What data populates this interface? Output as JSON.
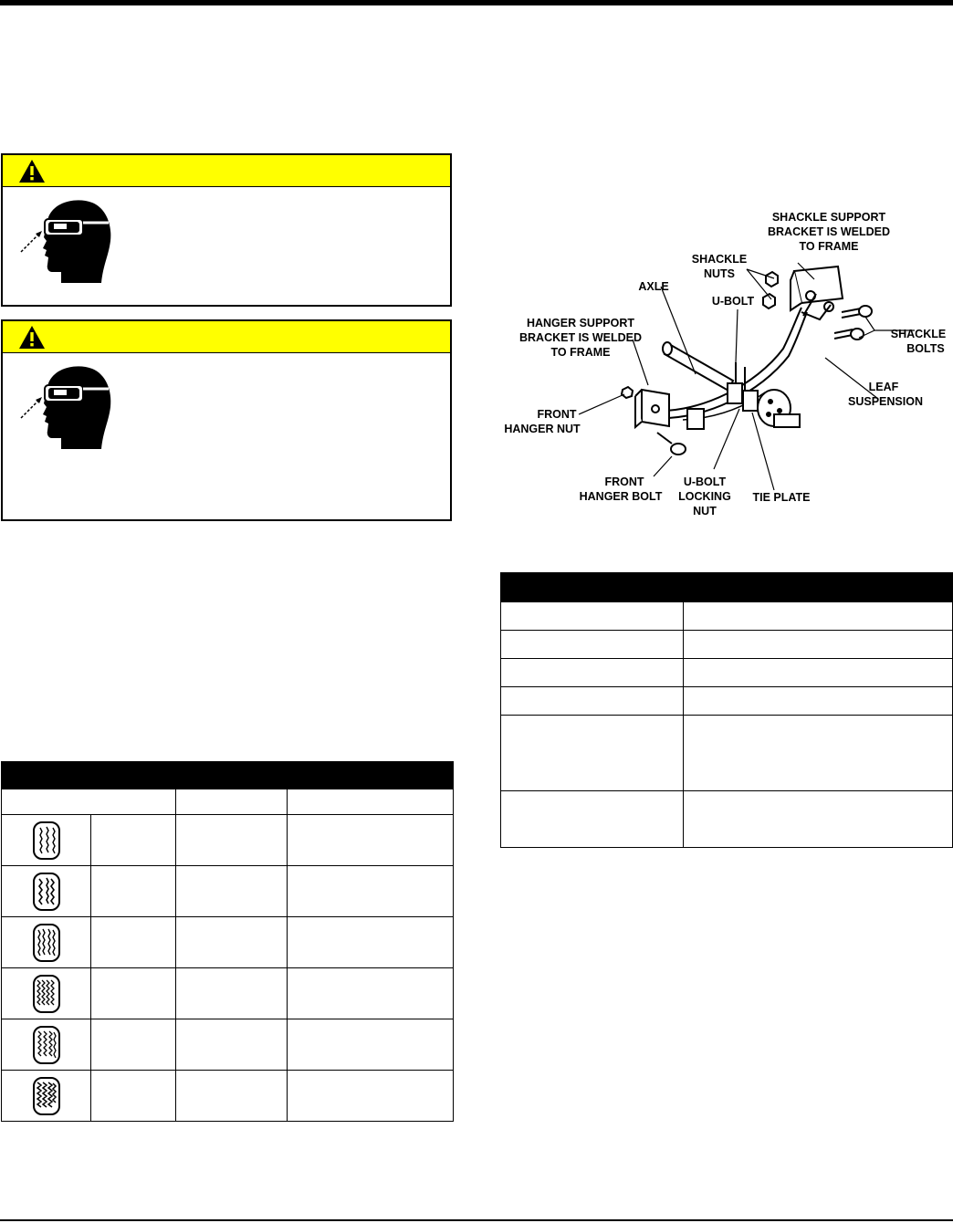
{
  "warnings": [
    {
      "label": "",
      "text": ""
    },
    {
      "label": "",
      "text": ""
    }
  ],
  "icons": {
    "warning": "warning-triangle-icon",
    "eye_protection": "safety-goggles-icon"
  },
  "colors": {
    "warning_band": "#ffff00",
    "table_header": "#000000"
  },
  "diagram": {
    "labels": {
      "shackle_support": [
        "SHACKLE SUPPORT",
        "BRACKET IS WELDED",
        "TO FRAME"
      ],
      "shackle_nuts": [
        "SHACKLE",
        "NUTS"
      ],
      "axle": "AXLE",
      "u_bolt": "U-BOLT",
      "hanger_support": [
        "HANGER SUPPORT",
        "BRACKET IS WELDED",
        "TO FRAME"
      ],
      "shackle_bolts": [
        "SHACKLE",
        "BOLTS"
      ],
      "leaf_suspension": [
        "LEAF",
        "SUSPENSION"
      ],
      "front_hanger_nut": [
        "FRONT",
        "HANGER NUT"
      ],
      "front_hanger_bolt": [
        "FRONT",
        "HANGER BOLT"
      ],
      "u_bolt_locking_nut": [
        "U-BOLT",
        "LOCKING",
        "NUT"
      ],
      "tie_plate": "TIE PLATE"
    }
  },
  "tread_table": {
    "title": "",
    "headers": [
      "",
      "",
      ""
    ],
    "rows": [
      {
        "pattern": "",
        "col2": "",
        "col3": ""
      },
      {
        "pattern": "",
        "col2": "",
        "col3": ""
      },
      {
        "pattern": "",
        "col2": "",
        "col3": ""
      },
      {
        "pattern": "",
        "col2": "",
        "col3": ""
      },
      {
        "pattern": "",
        "col2": "",
        "col3": ""
      },
      {
        "pattern": "",
        "col2": "",
        "col3": ""
      }
    ]
  },
  "torque_table": {
    "title": "",
    "rows": [
      [
        "",
        ""
      ],
      [
        "",
        ""
      ],
      [
        "",
        ""
      ],
      [
        "",
        ""
      ],
      [
        "",
        ""
      ],
      [
        "",
        ""
      ]
    ]
  }
}
